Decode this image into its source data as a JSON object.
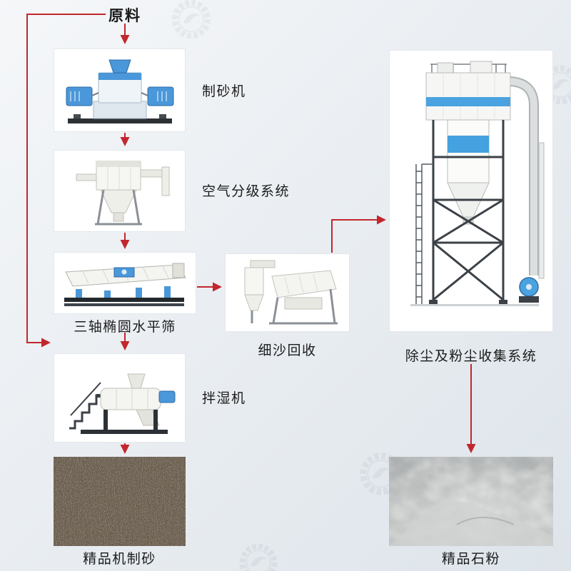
{
  "colors": {
    "accent_red": "#c1272d",
    "machine_blue": "#4a97d9",
    "panel_border": "#e4e8eb",
    "background": "#eaeef2",
    "label_text": "#1b1b1b"
  },
  "flow": {
    "source": {
      "label": "原料"
    },
    "nodes": [
      {
        "id": "sand-maker",
        "label": "制砂机"
      },
      {
        "id": "air-classifier",
        "label": "空气分级系统"
      },
      {
        "id": "triaxial-screen",
        "label": "三轴椭圆水平筛"
      },
      {
        "id": "fine-sand-recycler",
        "label": "细沙回收"
      },
      {
        "id": "humidifier",
        "label": "拌湿机"
      },
      {
        "id": "dust-collection",
        "label": "除尘及粉尘收集系统"
      }
    ],
    "products": [
      {
        "id": "machine-sand",
        "label": "精品机制砂"
      },
      {
        "id": "stone-powder",
        "label": "精品石粉"
      }
    ]
  }
}
